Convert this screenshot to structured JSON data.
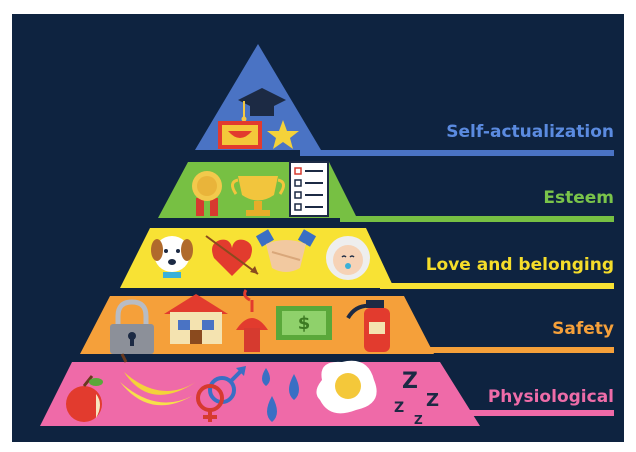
{
  "diagram": {
    "levels": [
      {
        "label": "Self-actualization",
        "color": "#4a73c4",
        "label_color": "#5b8be0",
        "icons": [
          "graduation-cap-icon",
          "smile-icon",
          "star-icon"
        ]
      },
      {
        "label": "Esteem",
        "color": "#77c043",
        "label_color": "#7ac44a",
        "icons": [
          "medal-icon",
          "trophy-icon",
          "checklist-icon"
        ]
      },
      {
        "label": "Love and belonging",
        "color": "#f8e234",
        "label_color": "#f5dd2a",
        "icons": [
          "dog-icon",
          "heart-arrow-icon",
          "handshake-icon",
          "baby-icon"
        ]
      },
      {
        "label": "Safety",
        "color": "#f5a03a",
        "label_color": "#f5a03a",
        "icons": [
          "padlock-icon",
          "house-icon",
          "umbrella-icon",
          "money-icon",
          "fire-extinguisher-icon"
        ]
      },
      {
        "label": "Physiological",
        "color": "#ef6aa8",
        "label_color": "#ee6ca8",
        "icons": [
          "apple-icon",
          "bananas-icon",
          "gender-icon",
          "water-drops-icon",
          "fried-egg-icon",
          "sleep-zzz-icon"
        ]
      }
    ],
    "colors": {
      "background": "#0e2340",
      "frame": "#ffffff"
    }
  }
}
